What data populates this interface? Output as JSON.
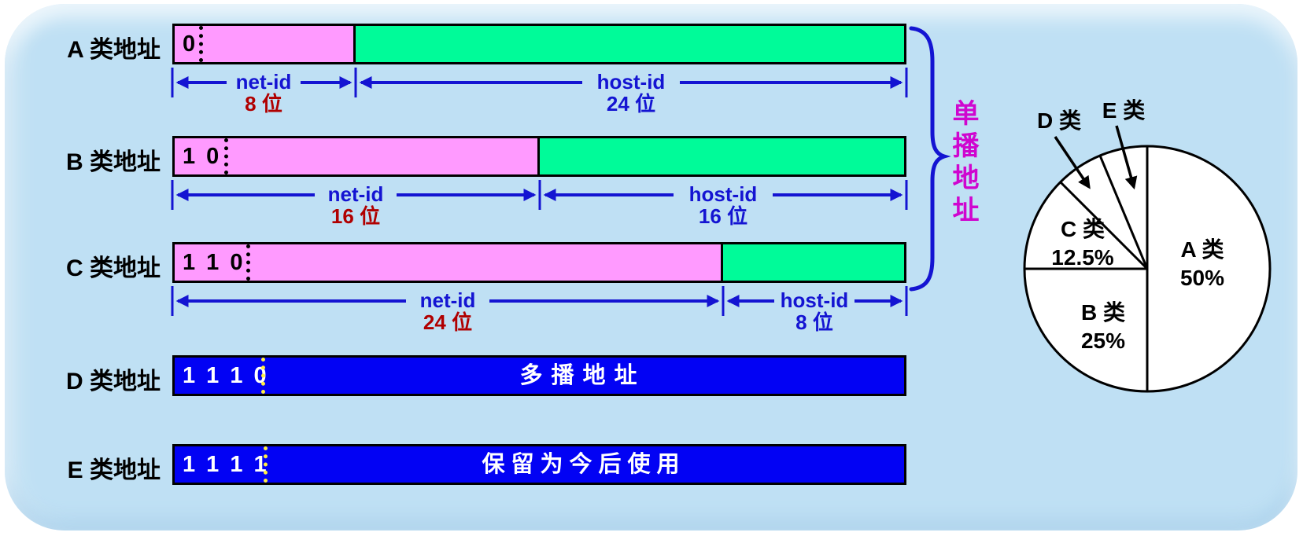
{
  "rows": [
    {
      "label": "A 类地址",
      "prefix_bits": "0",
      "net_label": "net-id",
      "net_bits": "8 位",
      "host_label": "host-id",
      "host_bits": "24 位"
    },
    {
      "label": "B 类地址",
      "prefix_bits": "1 0",
      "net_label": "net-id",
      "net_bits": "16 位",
      "host_label": "host-id",
      "host_bits": "16 位"
    },
    {
      "label": "C 类地址",
      "prefix_bits": "1 1 0",
      "net_label": "net-id",
      "net_bits": "24 位",
      "host_label": "host-id",
      "host_bits": "8 位"
    },
    {
      "label": "D 类地址",
      "prefix_bits": "1 1 1 0",
      "body": "多播地址"
    },
    {
      "label": "E 类地址",
      "prefix_bits": "1 1 1 1",
      "body": "保留为今后使用"
    }
  ],
  "brace_label": "单播地址",
  "chart_data": {
    "type": "pie",
    "title": "",
    "direction": "clockwise",
    "start_angle_deg": 0,
    "slices": [
      {
        "label": "A 类",
        "value": 50,
        "pct_text": "50%"
      },
      {
        "label": "B 类",
        "value": 25,
        "pct_text": "25%"
      },
      {
        "label": "C 类",
        "value": 12.5,
        "pct_text": "12.5%"
      },
      {
        "label": "D 类",
        "value": 6.25,
        "pct_text": ""
      },
      {
        "label": "E 类",
        "value": 6.25,
        "pct_text": ""
      }
    ],
    "legend_position": "labels-inside-and-callouts"
  },
  "colors": {
    "panel_background": "#bfe0f4",
    "net_id_fill": "#ff9aff",
    "host_id_fill": "#00fb99",
    "reserved_fill": "#0202f4",
    "arrow_blue": "#1414d2",
    "net_bits_red": "#b00000",
    "unicast_magenta": "#cf06cf",
    "divider_yellow": "#ffee44",
    "pie_fill": "#ffffff"
  }
}
